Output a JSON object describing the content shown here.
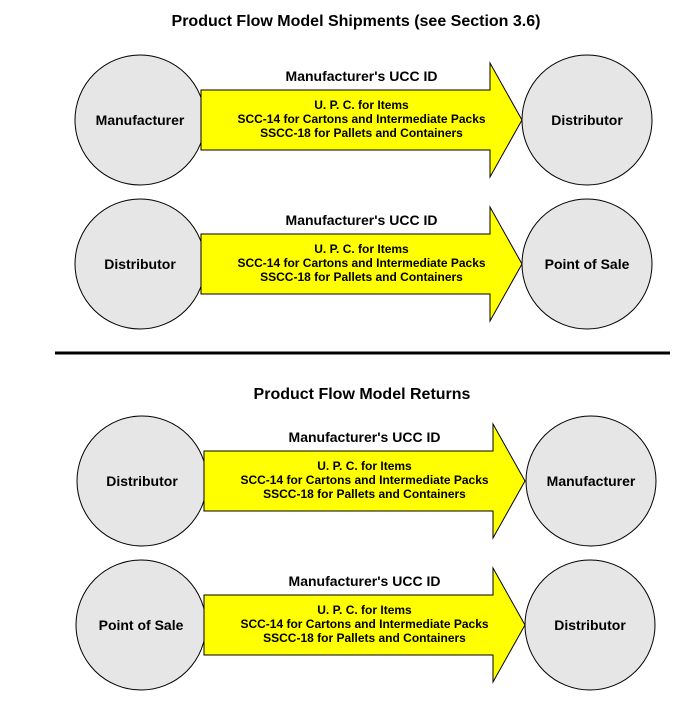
{
  "sections": [
    {
      "title": "Product Flow Model Shipments (see Section 3.6)",
      "flows": [
        {
          "from": "Manufacturer",
          "to": "Distributor",
          "label": "Manufacturer's UCC ID",
          "ids": [
            "U. P. C. for Items",
            "SCC-14 for Cartons and Intermediate Packs",
            "SSCC-18 for Pallets and Containers"
          ]
        },
        {
          "from": "Distributor",
          "to": "Point of Sale",
          "label": "Manufacturer's UCC ID",
          "ids": [
            "U. P. C. for Items",
            "SCC-14 for Cartons and Intermediate Packs",
            "SSCC-18 for Pallets and Containers"
          ]
        }
      ]
    },
    {
      "title": "Product Flow Model Returns",
      "flows": [
        {
          "from": "Distributor",
          "to": "Manufacturer",
          "label": "Manufacturer's UCC ID",
          "ids": [
            "U. P. C. for Items",
            "SCC-14 for Cartons and Intermediate Packs",
            "SSCC-18 for Pallets and Containers"
          ]
        },
        {
          "from": "Point of Sale",
          "to": "Distributor",
          "label": "Manufacturer's UCC ID",
          "ids": [
            "U. P. C. for Items",
            "SCC-14 for Cartons and Intermediate Packs",
            "SSCC-18 for Pallets and Containers"
          ]
        }
      ]
    }
  ],
  "colors": {
    "node": "#e6e6e6",
    "arrow": "#ffff00"
  }
}
